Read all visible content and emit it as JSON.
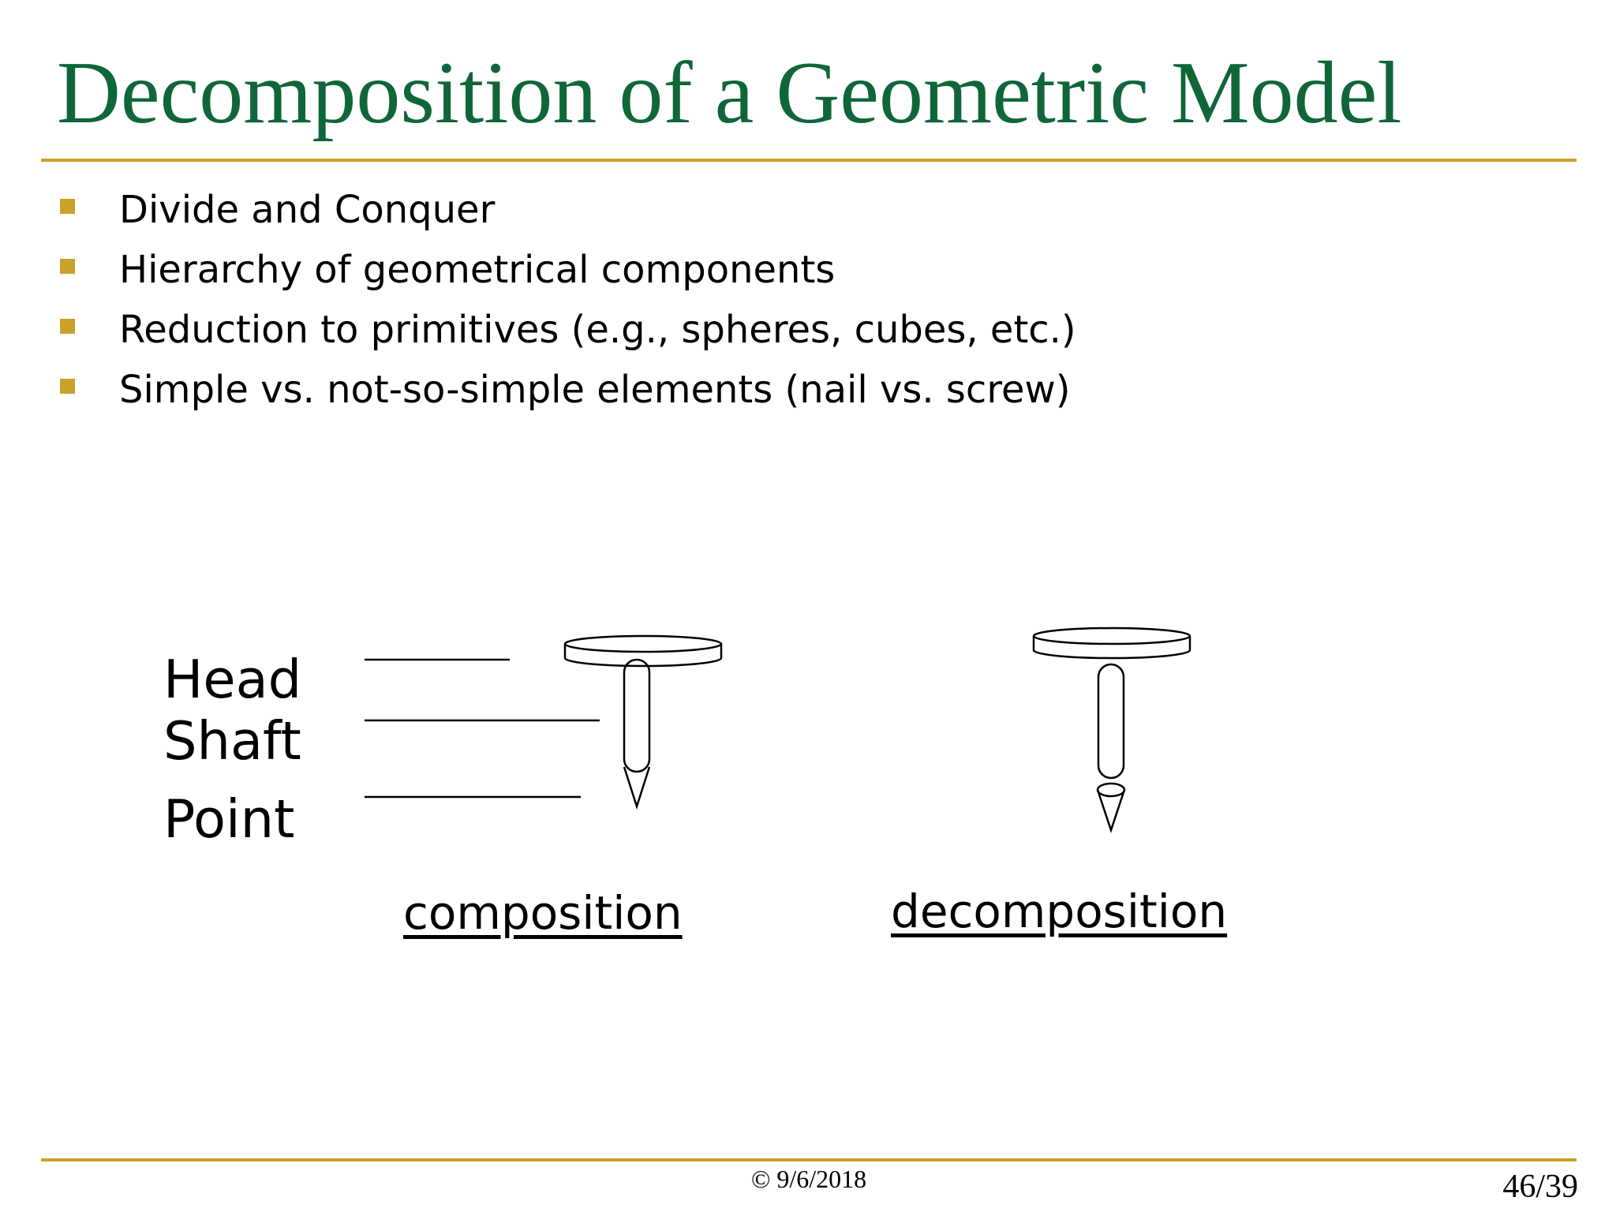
{
  "slide": {
    "title": "Decomposition of a Geometric Model",
    "bullets": [
      "Divide and Conquer",
      "Hierarchy of geometrical components",
      "Reduction to primitives (e.g., spheres, cubes, etc.)",
      "Simple vs. not-so-simple elements (nail vs. screw)"
    ],
    "figure": {
      "labels": {
        "head": "Head",
        "shaft": "Shaft",
        "point": "Point"
      },
      "captions": {
        "composition": "composition",
        "decomposition": "decomposition"
      }
    },
    "footer": {
      "date": "© 9/6/2018",
      "page": "46/39"
    }
  },
  "colors": {
    "title": "#0f6638",
    "accent": "#c9a227"
  }
}
